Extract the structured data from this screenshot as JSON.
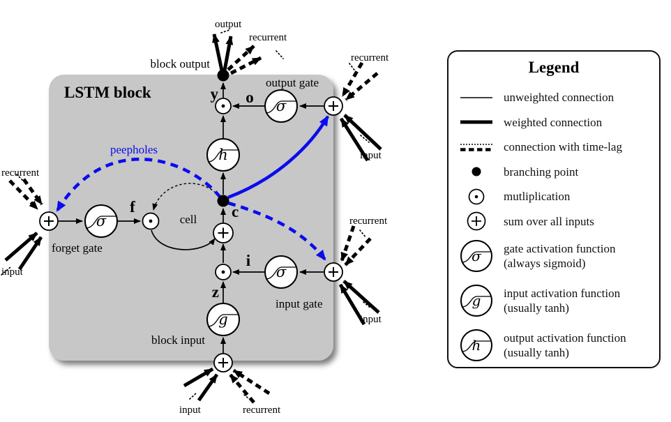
{
  "colors": {
    "accent_blue": "#0b0bee",
    "block_fill": "#c7c7c7",
    "ink": "#000000",
    "paper": "#ffffff"
  },
  "diagram": {
    "block_label": "LSTM block",
    "peepholes_label": "peepholes",
    "cell_label": "cell",
    "gates": {
      "forget": "forget gate",
      "input": "input gate",
      "output": "output gate"
    },
    "io": {
      "block_input": "block input",
      "block_output": "block output"
    },
    "signals": {
      "y": "y",
      "o": "o",
      "c": "c",
      "f": "f",
      "z": "z",
      "i": "i"
    },
    "activations": {
      "sigma": "σ",
      "g": "g",
      "h": "h"
    },
    "externals": {
      "top_output": "output",
      "top_recurrent": "recurrent",
      "left_recurrent": "recurrent",
      "left_input": "input",
      "right_top_recurrent": "recurrent",
      "right_top_input": "input",
      "right_bottom_recurrent": "recurrent",
      "right_bottom_input": "input",
      "bottom_input": "input",
      "bottom_recurrent": "recurrent"
    }
  },
  "legend": {
    "title": "Legend",
    "items": [
      {
        "icon": "thin-line-icon",
        "label": "unweighted connection"
      },
      {
        "icon": "thick-line-icon",
        "label": "weighted connection"
      },
      {
        "icon": "timelag-line-icon",
        "label": "connection with time-lag"
      },
      {
        "icon": "branch-dot-icon",
        "label": "branching point"
      },
      {
        "icon": "multiply-icon",
        "label": "mutliplication"
      },
      {
        "icon": "sum-icon",
        "label": "sum over all inputs"
      },
      {
        "icon": "sigma-circle-icon",
        "letter": "σ",
        "label": "gate activation function",
        "sub": "(always sigmoid)"
      },
      {
        "icon": "g-circle-icon",
        "letter": "g",
        "label": "input activation function",
        "sub": "(usually tanh)"
      },
      {
        "icon": "h-circle-icon",
        "letter": "h",
        "label": "output activation function",
        "sub": "(usually tanh)"
      }
    ]
  }
}
